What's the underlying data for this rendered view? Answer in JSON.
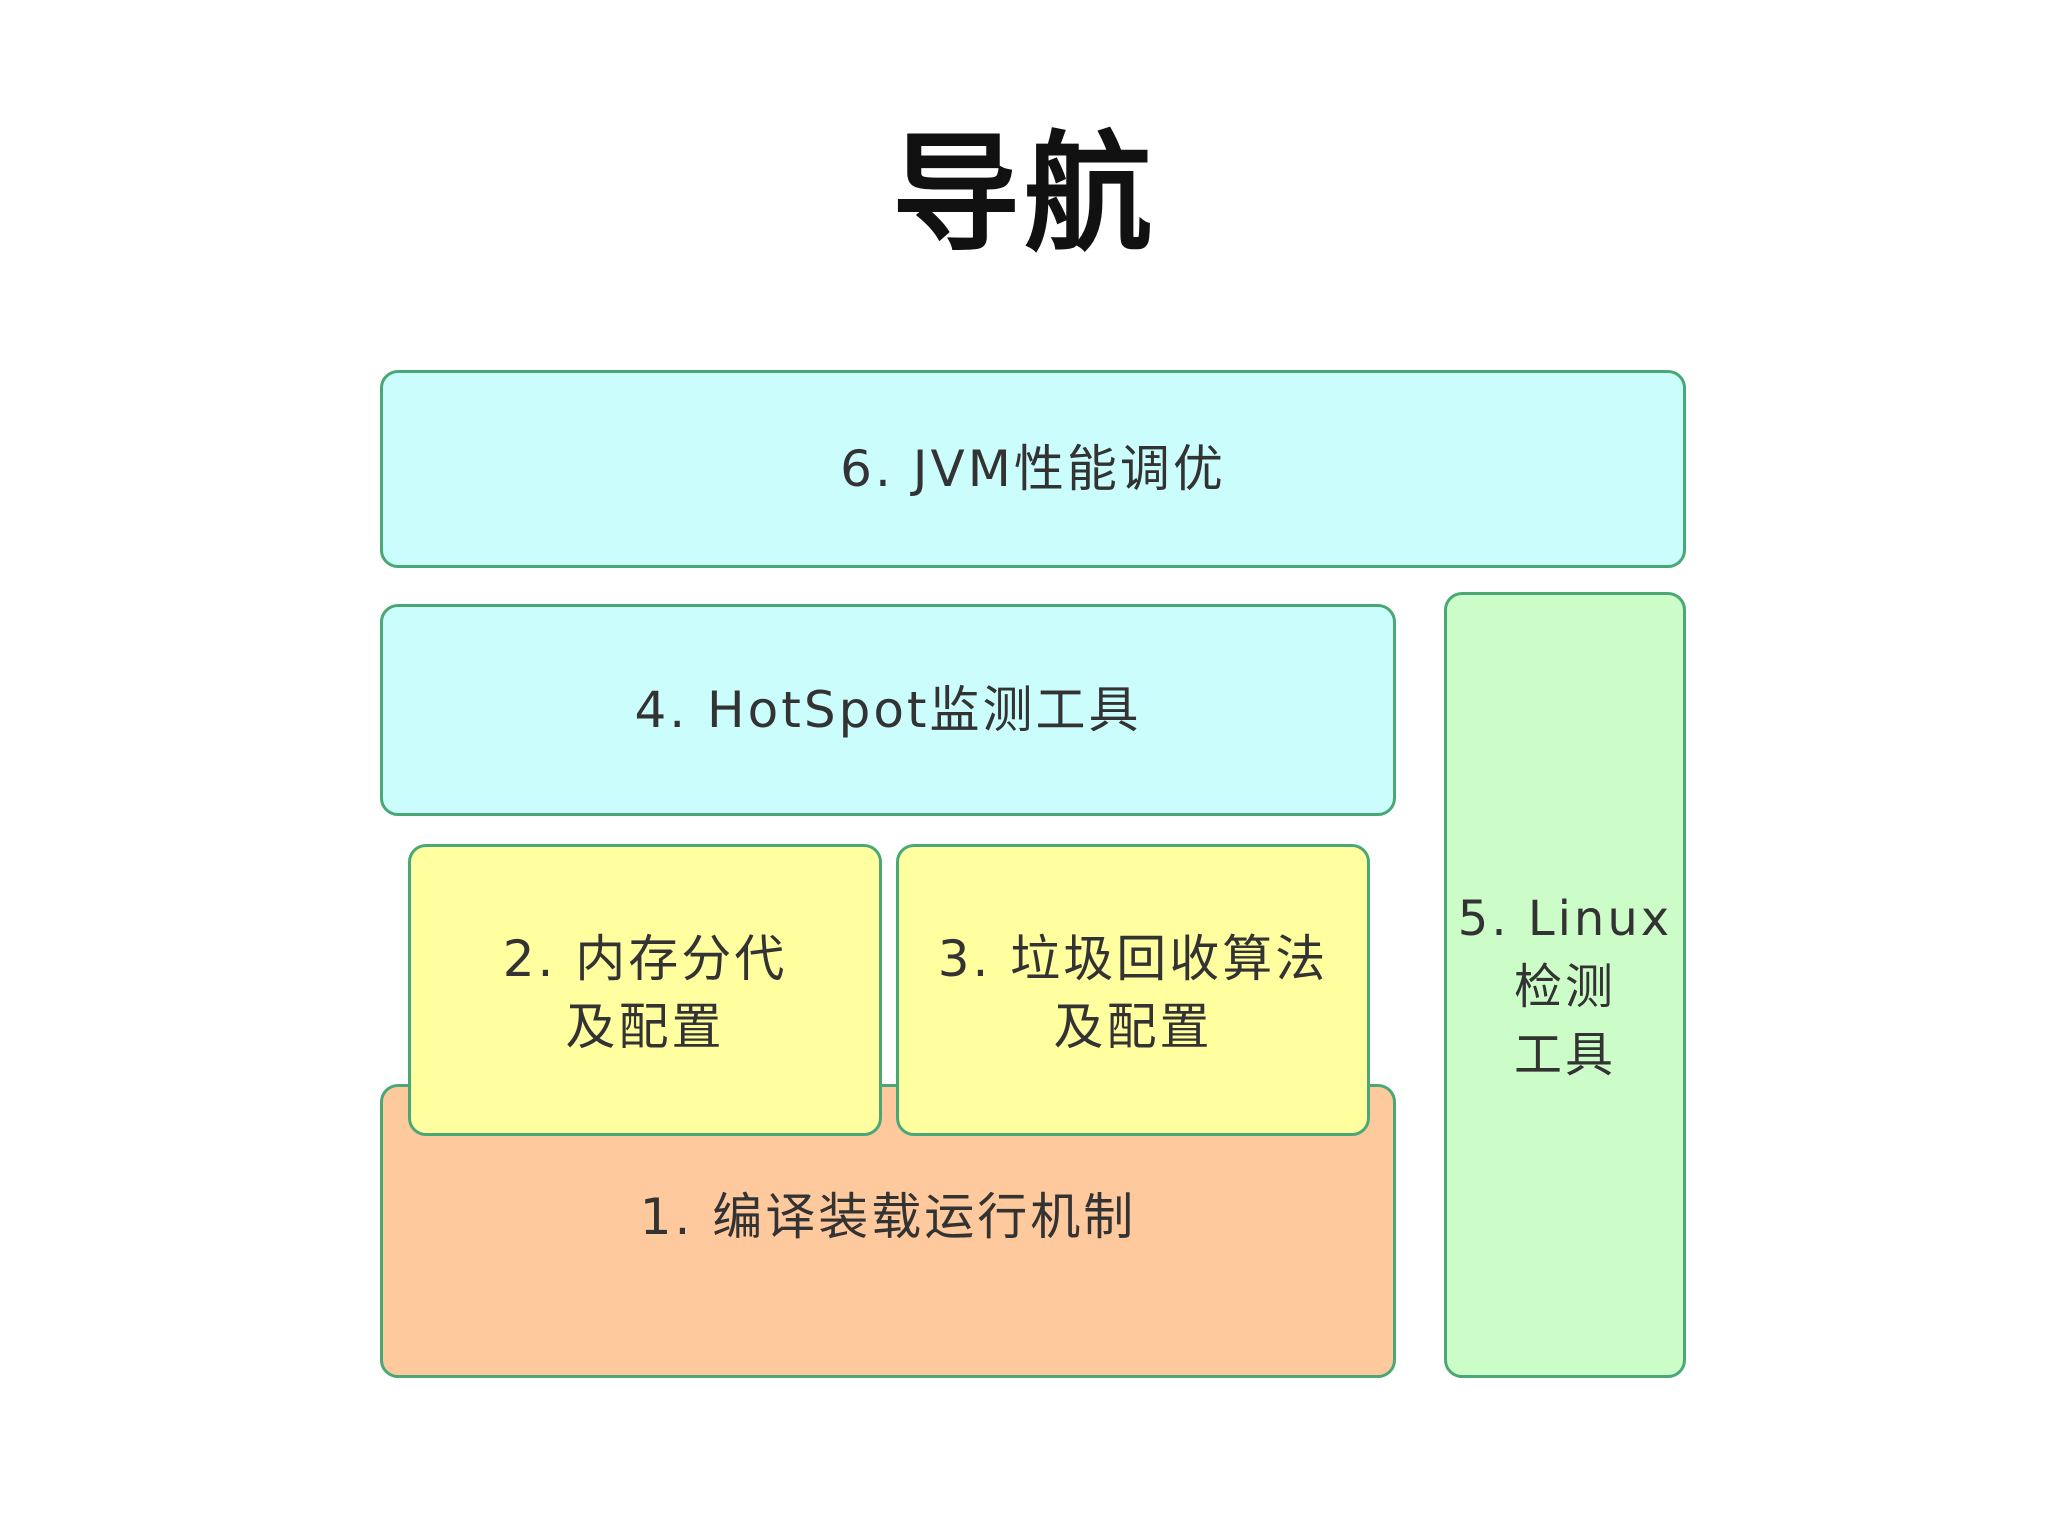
{
  "title": "导航",
  "boxes": {
    "box6": {
      "label": "6. JVM性能调优"
    },
    "box4": {
      "label": "4. HotSpot监测工具"
    },
    "box2": {
      "label": "2. 内存分代\n及配置"
    },
    "box3": {
      "label": "3. 垃圾回收算法\n及配置"
    },
    "box1": {
      "label": "1. 编译装载运行机制"
    },
    "box5": {
      "label": "5. Linux\n检测\n工具"
    }
  },
  "colors": {
    "cyan": "#cbfdfd",
    "yellow": "#ffffa0",
    "orange": "#ffc99e",
    "green": "#ccfcc8",
    "border": "#4aa876"
  }
}
